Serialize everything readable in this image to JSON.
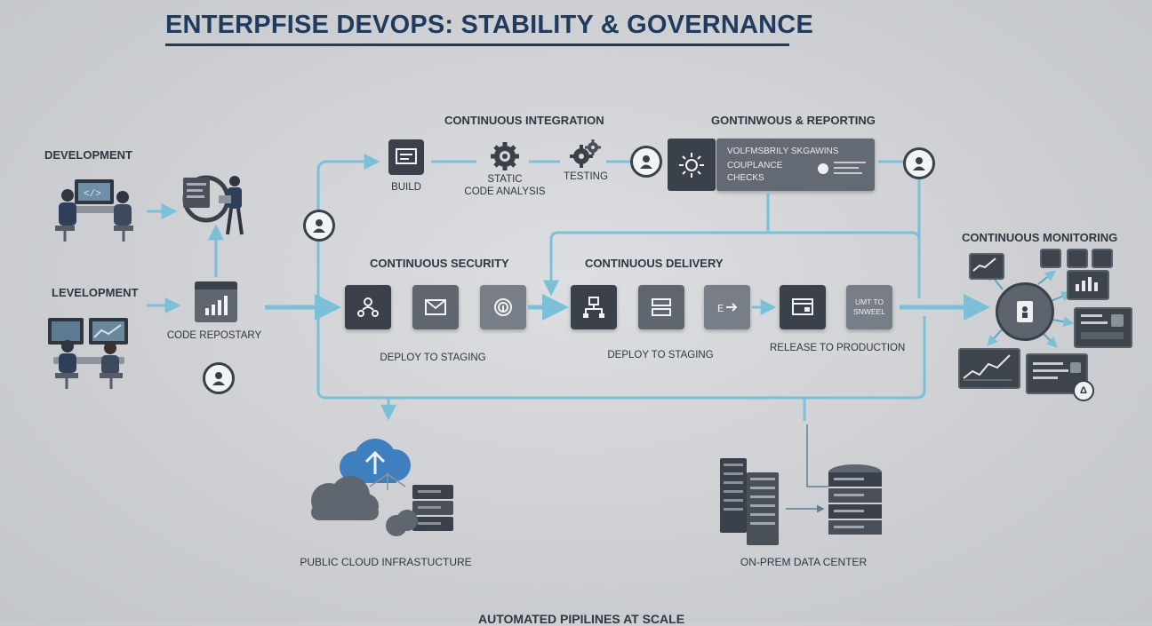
{
  "title": "ENTERPFISE DEVOPS: STABILITY & GOVERNANCE",
  "development_top": {
    "label": "DEVELOPMENT"
  },
  "development_bottom": {
    "label": "LEVELOPMENT"
  },
  "code_repository": {
    "label": "CODE REPOSTARY"
  },
  "continuous_integration": {
    "label": "CONTINUOUS INTEGRATION",
    "steps": [
      "BUILD",
      "STATIC\nCODE ANALYSIS",
      "TESTING"
    ]
  },
  "continuous_reporting": {
    "label": "GONTINWOUS & REPORTING",
    "line1": "VOLFMSBRILY SKGAWINS",
    "line2": "COUPLANCE",
    "line3": "CHECKS"
  },
  "continuous_security": {
    "label": "CONTINUOUS SECURITY",
    "caption": "DEPLOY TO STAGING"
  },
  "continuous_delivery": {
    "label": "CONTINUOUS DELIVERY",
    "caption": "DEPLOY TO STAGING"
  },
  "release": {
    "label": "RELEASE TO PRODUCTION",
    "tile_text": "UMT TO\nSNWEEL"
  },
  "continuous_monitoring": {
    "label": "CONTINUOUS MONITORING"
  },
  "public_cloud": {
    "label": "PUBLIC CLOUD INFRASTUCTURE"
  },
  "on_prem": {
    "label": "ON-PREM DATA CENTER"
  },
  "footer": {
    "label": "AUTOMATED PIPILINES AT SCALE"
  },
  "colors": {
    "flow": "#7cc0d8",
    "dark_tile": "#3b414a",
    "title": "#1f3b5f",
    "cloud_blue": "#3f7fbf"
  }
}
